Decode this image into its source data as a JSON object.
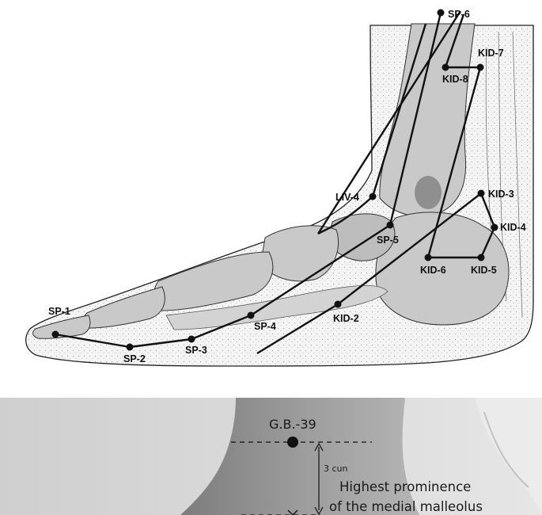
{
  "diagram": {
    "top_panel": {
      "points": [
        {
          "id": "sp6",
          "label": "SP-6"
        },
        {
          "id": "kid7",
          "label": "KID-7"
        },
        {
          "id": "kid8",
          "label": "KID-8"
        },
        {
          "id": "liv4",
          "label": "LIV-4"
        },
        {
          "id": "kid3",
          "label": "KID-3"
        },
        {
          "id": "kid4",
          "label": "KID-4"
        },
        {
          "id": "sp5",
          "label": "SP-5"
        },
        {
          "id": "kid6",
          "label": "KID-6"
        },
        {
          "id": "kid5",
          "label": "KID-5"
        },
        {
          "id": "sp1",
          "label": "SP-1"
        },
        {
          "id": "kid2",
          "label": "KID-2"
        },
        {
          "id": "sp4",
          "label": "SP-4"
        },
        {
          "id": "sp3",
          "label": "SP-3"
        },
        {
          "id": "sp2",
          "label": "SP-2"
        }
      ]
    },
    "bottom_panel": {
      "point_label": "G.B.-39",
      "measure_label": "3 cun",
      "annotation_line1": "Highest prominence",
      "annotation_line2": "of the medial malleolus"
    }
  },
  "colors": {
    "ink": "#111111",
    "bone": "#c9c9c9",
    "bone_dark": "#a9a9a9",
    "photo_bg": "#d6d6d6",
    "leg": "#8e8e8e"
  }
}
